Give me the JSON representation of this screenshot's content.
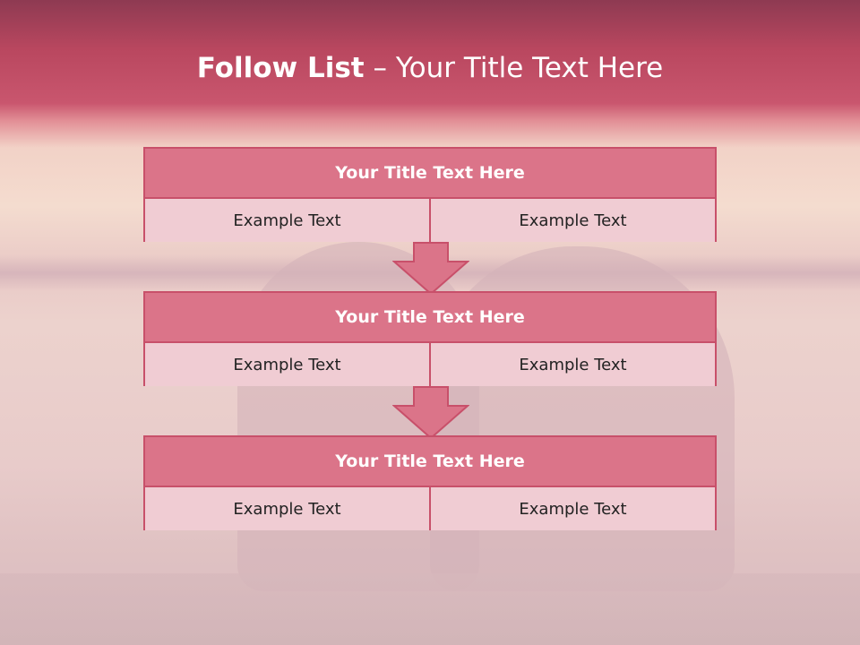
{
  "slide": {
    "title_bold": "Follow List",
    "title_rest": " – Your Title Text Here"
  },
  "steps": [
    {
      "title": "Your Title Text Here",
      "left": "Example Text",
      "right": "Example Text"
    },
    {
      "title": "Your Title Text Here",
      "left": "Example Text",
      "right": "Example Text"
    },
    {
      "title": "Your Title Text Here",
      "left": "Example Text",
      "right": "Example Text"
    }
  ],
  "colors": {
    "header_fill": "#db7489",
    "cell_fill": "#f0ccd3",
    "border": "#c8506a",
    "arrow_fill": "#db7489"
  }
}
